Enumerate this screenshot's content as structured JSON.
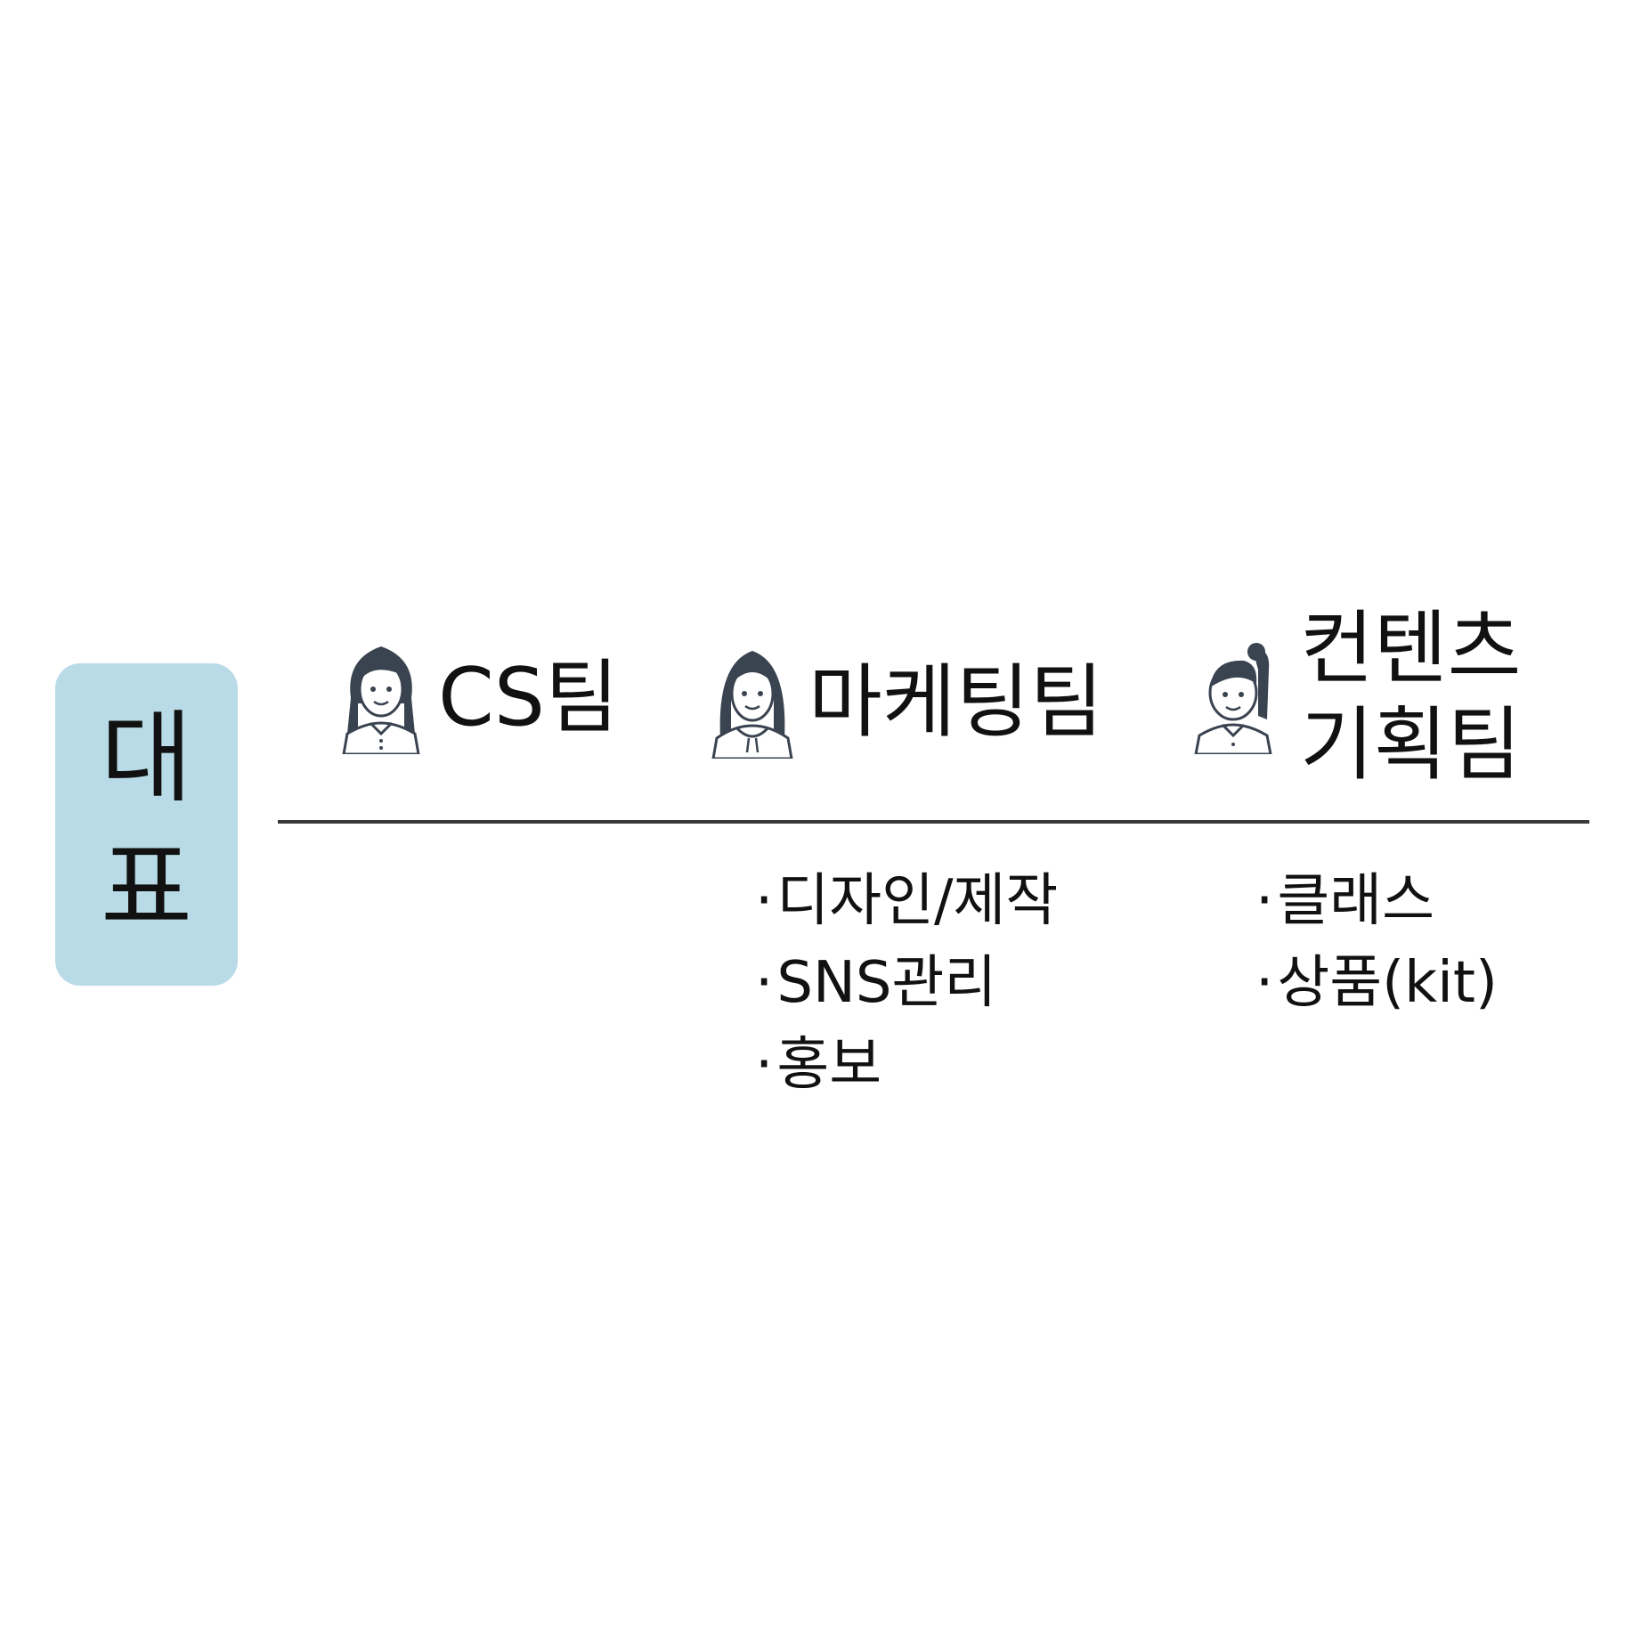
{
  "ceo": {
    "label": "대표",
    "color": "#b9dbe7"
  },
  "teams": [
    {
      "name_lines": [
        "CS팀"
      ],
      "icon": "woman-avatar-icon",
      "duties": []
    },
    {
      "name_lines": [
        "마케팅팀"
      ],
      "icon": "hoodie-avatar-icon",
      "duties": [
        "디자인/제작",
        "SNS관리",
        "홍보"
      ]
    },
    {
      "name_lines": [
        "컨텐츠",
        "기획팀"
      ],
      "icon": "ponytail-avatar-icon",
      "duties": [
        "클래스",
        "상품(kit)"
      ]
    }
  ],
  "colors": {
    "icon": "#3a4350",
    "line": "#3a3a3a"
  }
}
